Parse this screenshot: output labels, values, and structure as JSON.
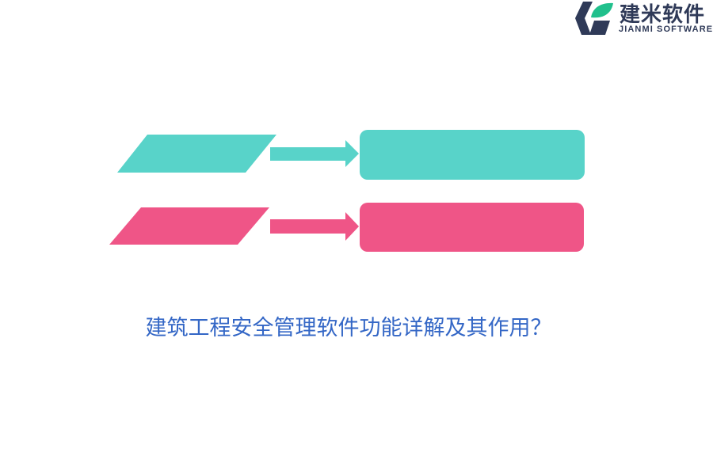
{
  "logo": {
    "name_cn": "建米软件",
    "name_en": "JIANMI SOFTWARE",
    "icon": "jianmi-logo-icon",
    "colors": {
      "dark": "#2f3a58",
      "green": "#20c08c"
    }
  },
  "diagram": {
    "rows": [
      {
        "color": "#58d3c9",
        "shapes": [
          "parallelogram",
          "arrow-right-icon",
          "rounded-box"
        ]
      },
      {
        "color": "#ef5587",
        "shapes": [
          "parallelogram",
          "arrow-right-icon",
          "rounded-box"
        ]
      }
    ]
  },
  "title": "建筑工程安全管理软件功能详解及其作用？",
  "colors": {
    "title": "#3467c6",
    "background": "#ffffff"
  }
}
